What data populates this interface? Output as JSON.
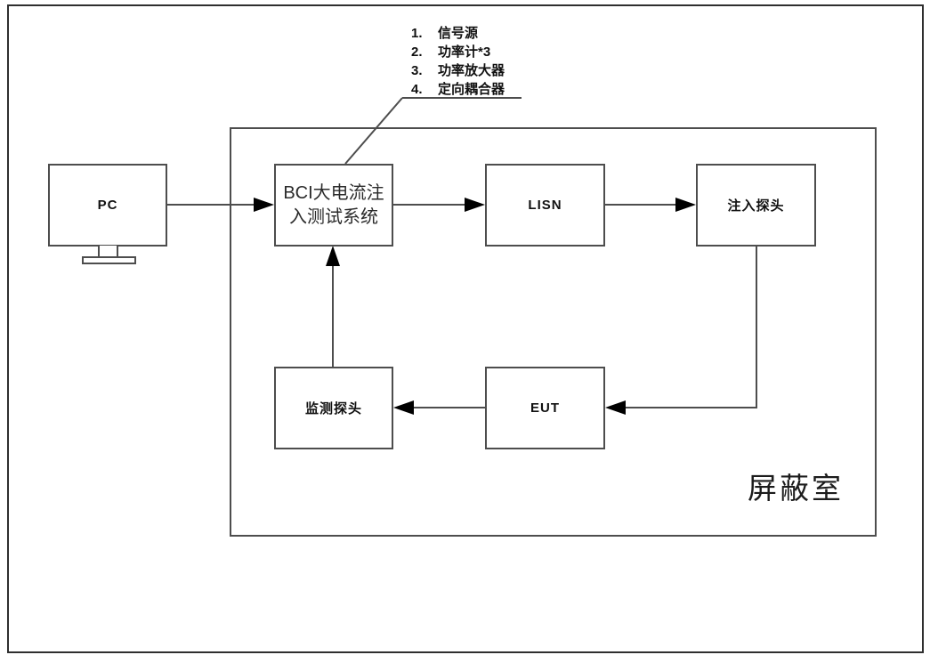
{
  "diagram": {
    "type": "block-diagram",
    "blocks": {
      "pc": {
        "label": "PC"
      },
      "bci": {
        "label_line1": "BCI大电流注",
        "label_line2": "入测试系统"
      },
      "lisn": {
        "label": "LISN"
      },
      "injection_probe": {
        "label": "注入探头"
      },
      "monitor_probe": {
        "label": "监测探头"
      },
      "eut": {
        "label": "EUT"
      }
    },
    "shield_room": {
      "label": "屏蔽室"
    },
    "annotations": {
      "items": [
        {
          "num": "1.",
          "text": "信号源"
        },
        {
          "num": "2.",
          "text": "功率计*3"
        },
        {
          "num": "3.",
          "text": "功率放大器"
        },
        {
          "num": "4.",
          "text": "定向耦合器"
        }
      ],
      "points_to": "bci"
    },
    "connections": [
      {
        "from": "pc",
        "to": "bci",
        "type": "arrow"
      },
      {
        "from": "bci",
        "to": "lisn",
        "type": "arrow"
      },
      {
        "from": "lisn",
        "to": "injection_probe",
        "type": "arrow"
      },
      {
        "from": "injection_probe",
        "to": "eut",
        "type": "arrow"
      },
      {
        "from": "eut",
        "to": "monitor_probe",
        "type": "arrow"
      },
      {
        "from": "monitor_probe",
        "to": "bci",
        "type": "arrow"
      }
    ],
    "colors": {
      "line": "#4d4d4d",
      "arrowhead": "#000000",
      "background": "#ffffff",
      "frame": "#2f2f2f"
    }
  }
}
